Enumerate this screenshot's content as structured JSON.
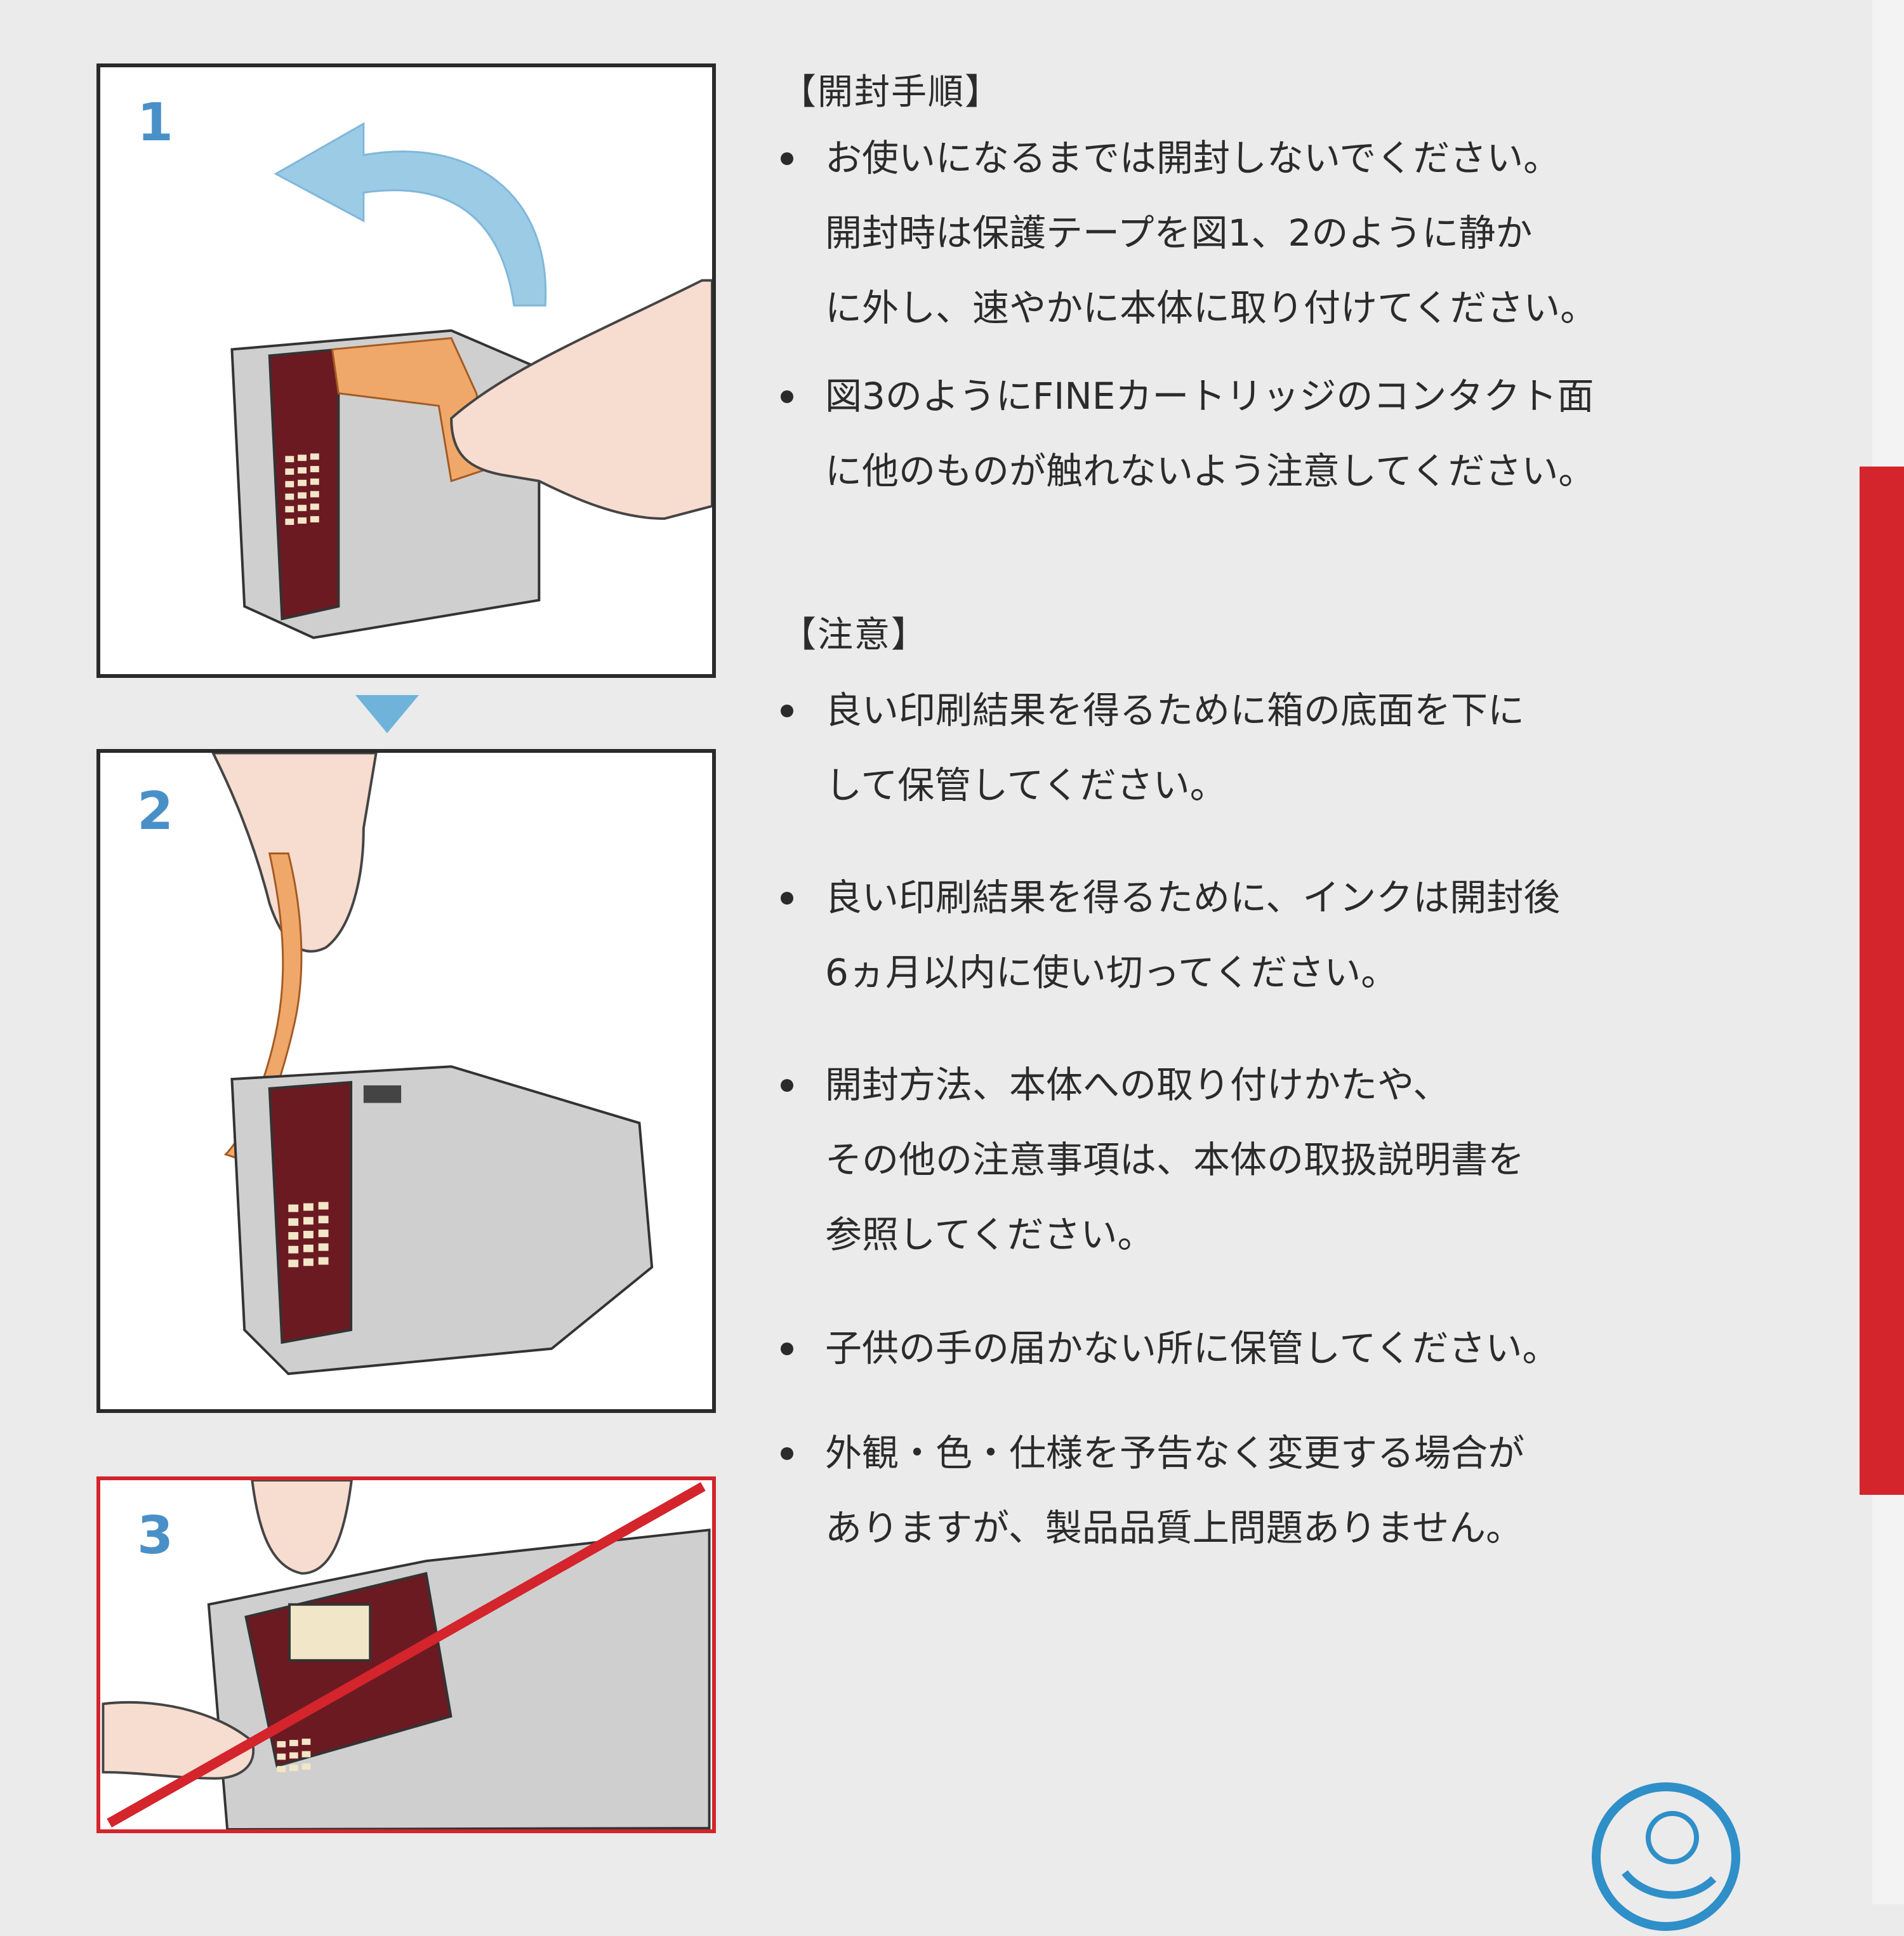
{
  "steps": [
    {
      "number": "1"
    },
    {
      "number": "2"
    },
    {
      "number": "3"
    }
  ],
  "opening": {
    "heading": "【開封手順】",
    "bullets": [
      "お使いになるまでは開封しないでください。\n開封時は保護テープを図1、2のように静か\nに外し、速やかに本体に取り付けてください。",
      "図3のようにFINEカートリッジのコンタクト面\nに他のものが触れないよう注意してください。"
    ]
  },
  "caution": {
    "heading": "【注意】",
    "bullets": [
      "良い印刷結果を得るために箱の底面を下に\nして保管してください。",
      "良い印刷結果を得るために、インクは開封後\n6ヵ月以内に使い切ってください。",
      "開封方法、本体への取り付けかたや、\nその他の注意事項は、本体の取扱説明書を\n参照してください。",
      "子供の手の届かない所に保管してください。",
      "外観・色・仕様を予告なく変更する場合が\nありますが、製品品質上問題ありません。"
    ]
  },
  "colors": {
    "step_number": "#4a90c8",
    "arrow": "#6fb3da",
    "warning_red": "#d4242c",
    "tape_orange": "#f0a86a",
    "cartridge_maroon": "#6b1a22"
  },
  "icons": [
    "curved-arrow-icon",
    "down-arrow-icon",
    "eco-mark-icon"
  ]
}
